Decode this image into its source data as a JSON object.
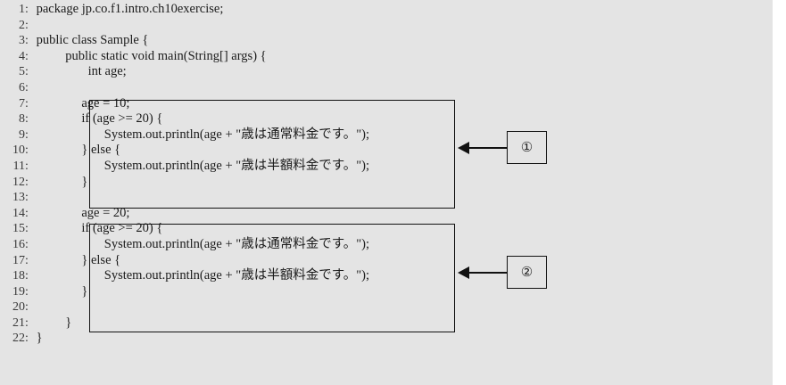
{
  "background_color": "#e4e4e4",
  "text_color": "#1b1b1b",
  "outline_color": "#111111",
  "clipped_top_text": "",
  "listing": {
    "lines": [
      {
        "number": "1",
        "colon": ":",
        "text": " package jp.co.f1.intro.ch10exercise;"
      },
      {
        "number": "2",
        "colon": ":",
        "text": ""
      },
      {
        "number": "3",
        "colon": ":",
        "text": " public class Sample {"
      },
      {
        "number": "4",
        "colon": ":",
        "text": "          public static void main(String[] args) {"
      },
      {
        "number": "5",
        "colon": ":",
        "text": "                 int age;"
      },
      {
        "number": "6",
        "colon": ":",
        "text": ""
      },
      {
        "number": "7",
        "colon": ":",
        "text": "               age = 10;"
      },
      {
        "number": "8",
        "colon": ":",
        "text": "               if (age >= 20) {"
      },
      {
        "number": "9",
        "colon": ":",
        "text": "                      System.out.println(age + \"歳は通常料金です。\");"
      },
      {
        "number": "10",
        "colon": ":",
        "text": "               } else {"
      },
      {
        "number": "11",
        "colon": ":",
        "text": "                      System.out.println(age + \"歳は半額料金です。\");"
      },
      {
        "number": "12",
        "colon": ":",
        "text": "               }"
      },
      {
        "number": "13",
        "colon": ":",
        "text": ""
      },
      {
        "number": "14",
        "colon": ":",
        "text": "               age = 20;"
      },
      {
        "number": "15",
        "colon": ":",
        "text": "               if (age >= 20) {"
      },
      {
        "number": "16",
        "colon": ":",
        "text": "                      System.out.println(age + \"歳は通常料金です。\");"
      },
      {
        "number": "17",
        "colon": ":",
        "text": "               } else {"
      },
      {
        "number": "18",
        "colon": ":",
        "text": "                      System.out.println(age + \"歳は半額料金です。\");"
      },
      {
        "number": "19",
        "colon": ":",
        "text": "               }"
      },
      {
        "number": "20",
        "colon": ":",
        "text": ""
      },
      {
        "number": "21",
        "colon": ":",
        "text": "          }"
      },
      {
        "number": "22",
        "colon": ":",
        "text": " }"
      }
    ]
  },
  "callouts": [
    {
      "label": "①",
      "name": "callout-one"
    },
    {
      "label": "②",
      "name": "callout-two"
    }
  ]
}
